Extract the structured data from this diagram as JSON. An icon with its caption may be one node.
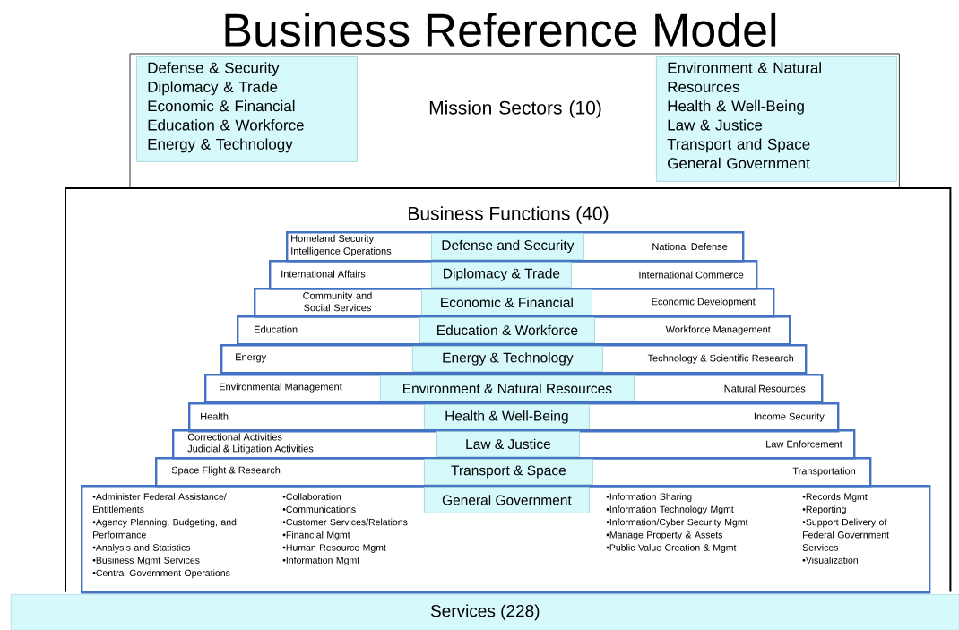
{
  "diagram": {
    "title": "Business Reference Model",
    "nodes": [
      {
        "text": [
          "Mission Sectors (10)"
        ]
      },
      {
        "text": [
          "Defense & Security",
          "Diplomacy & Trade",
          "Economic & Financial",
          "Education & Workforce",
          "Energy & Technology"
        ],
        "in": 0
      },
      {
        "text": [
          "Environment & Natural Resources",
          "Health & Well-Being",
          "Law & Justice",
          "Transport and Space",
          "General Government"
        ],
        "in": 0
      },
      {
        "text": [
          "Business Functions (40)"
        ]
      },
      {
        "text": [
          "Homeland Security",
          "Intelligence Operations",
          "National Defense"
        ],
        "in": 3
      },
      {
        "text": [
          "Defense and Security"
        ],
        "in": 4
      },
      {
        "text": [
          "International Affairs",
          "International Commerce"
        ],
        "in": 3
      },
      {
        "text": [
          "Diplomacy & Trade"
        ],
        "in": 6
      },
      {
        "text": [
          "Community and Social Services",
          "Economic Development"
        ],
        "in": 3
      },
      {
        "text": [
          "Economic & Financial"
        ],
        "in": 8
      },
      {
        "text": [
          "Education",
          "Workforce Management"
        ],
        "in": 3
      },
      {
        "text": [
          "Education & Workforce"
        ],
        "in": 10
      },
      {
        "text": [
          "Energy",
          "Technology & Scientific Research"
        ],
        "in": 3
      },
      {
        "text": [
          "Energy & Technology"
        ],
        "in": 12
      },
      {
        "text": [
          "Environmental Management",
          "Natural Resources"
        ],
        "in": 3
      },
      {
        "text": [
          "Environment & Natural Resources"
        ],
        "in": 14
      },
      {
        "text": [
          "Health",
          "Income Security"
        ],
        "in": 3
      },
      {
        "text": [
          "Health & Well-Being"
        ],
        "in": 16
      },
      {
        "text": [
          "Correctional Activities",
          "Judicial & Litigation Activities",
          "Law Enforcement"
        ],
        "in": 3
      },
      {
        "text": [
          "Law & Justice"
        ],
        "in": 18
      },
      {
        "text": [
          "Space Flight & Research",
          "Transportation"
        ],
        "in": 3
      },
      {
        "text": [
          "Transport & Space"
        ],
        "in": 20
      },
      {
        "text": [
          "•Administer Federal Assistance/ Entitlements",
          "•Agency Planning, Budgeting, and Performance",
          "•Analysis and Statistics",
          "•Business Mgmt Services",
          "•Central Government Operations",
          "•Collaboration",
          "•Communications",
          "•Customer Services/Relations",
          "•Financial Mgmt",
          "•Human Resource Mgmt",
          "•Information Mgmt",
          "•Information Sharing",
          "•Information Technology Mgmt",
          "•Information/Cyber Security Mgmt",
          "•Manage Property & Assets",
          "•Public Value Creation & Mgmt",
          "•Records Mgmt",
          "•Reporting",
          "•Support Delivery of Federal Government Services",
          "•Visualization"
        ],
        "in": 3
      },
      {
        "text": [
          "General Government"
        ],
        "in": 22
      },
      {
        "text": [
          "Services  (228)"
        ]
      }
    ],
    "edges": []
  }
}
